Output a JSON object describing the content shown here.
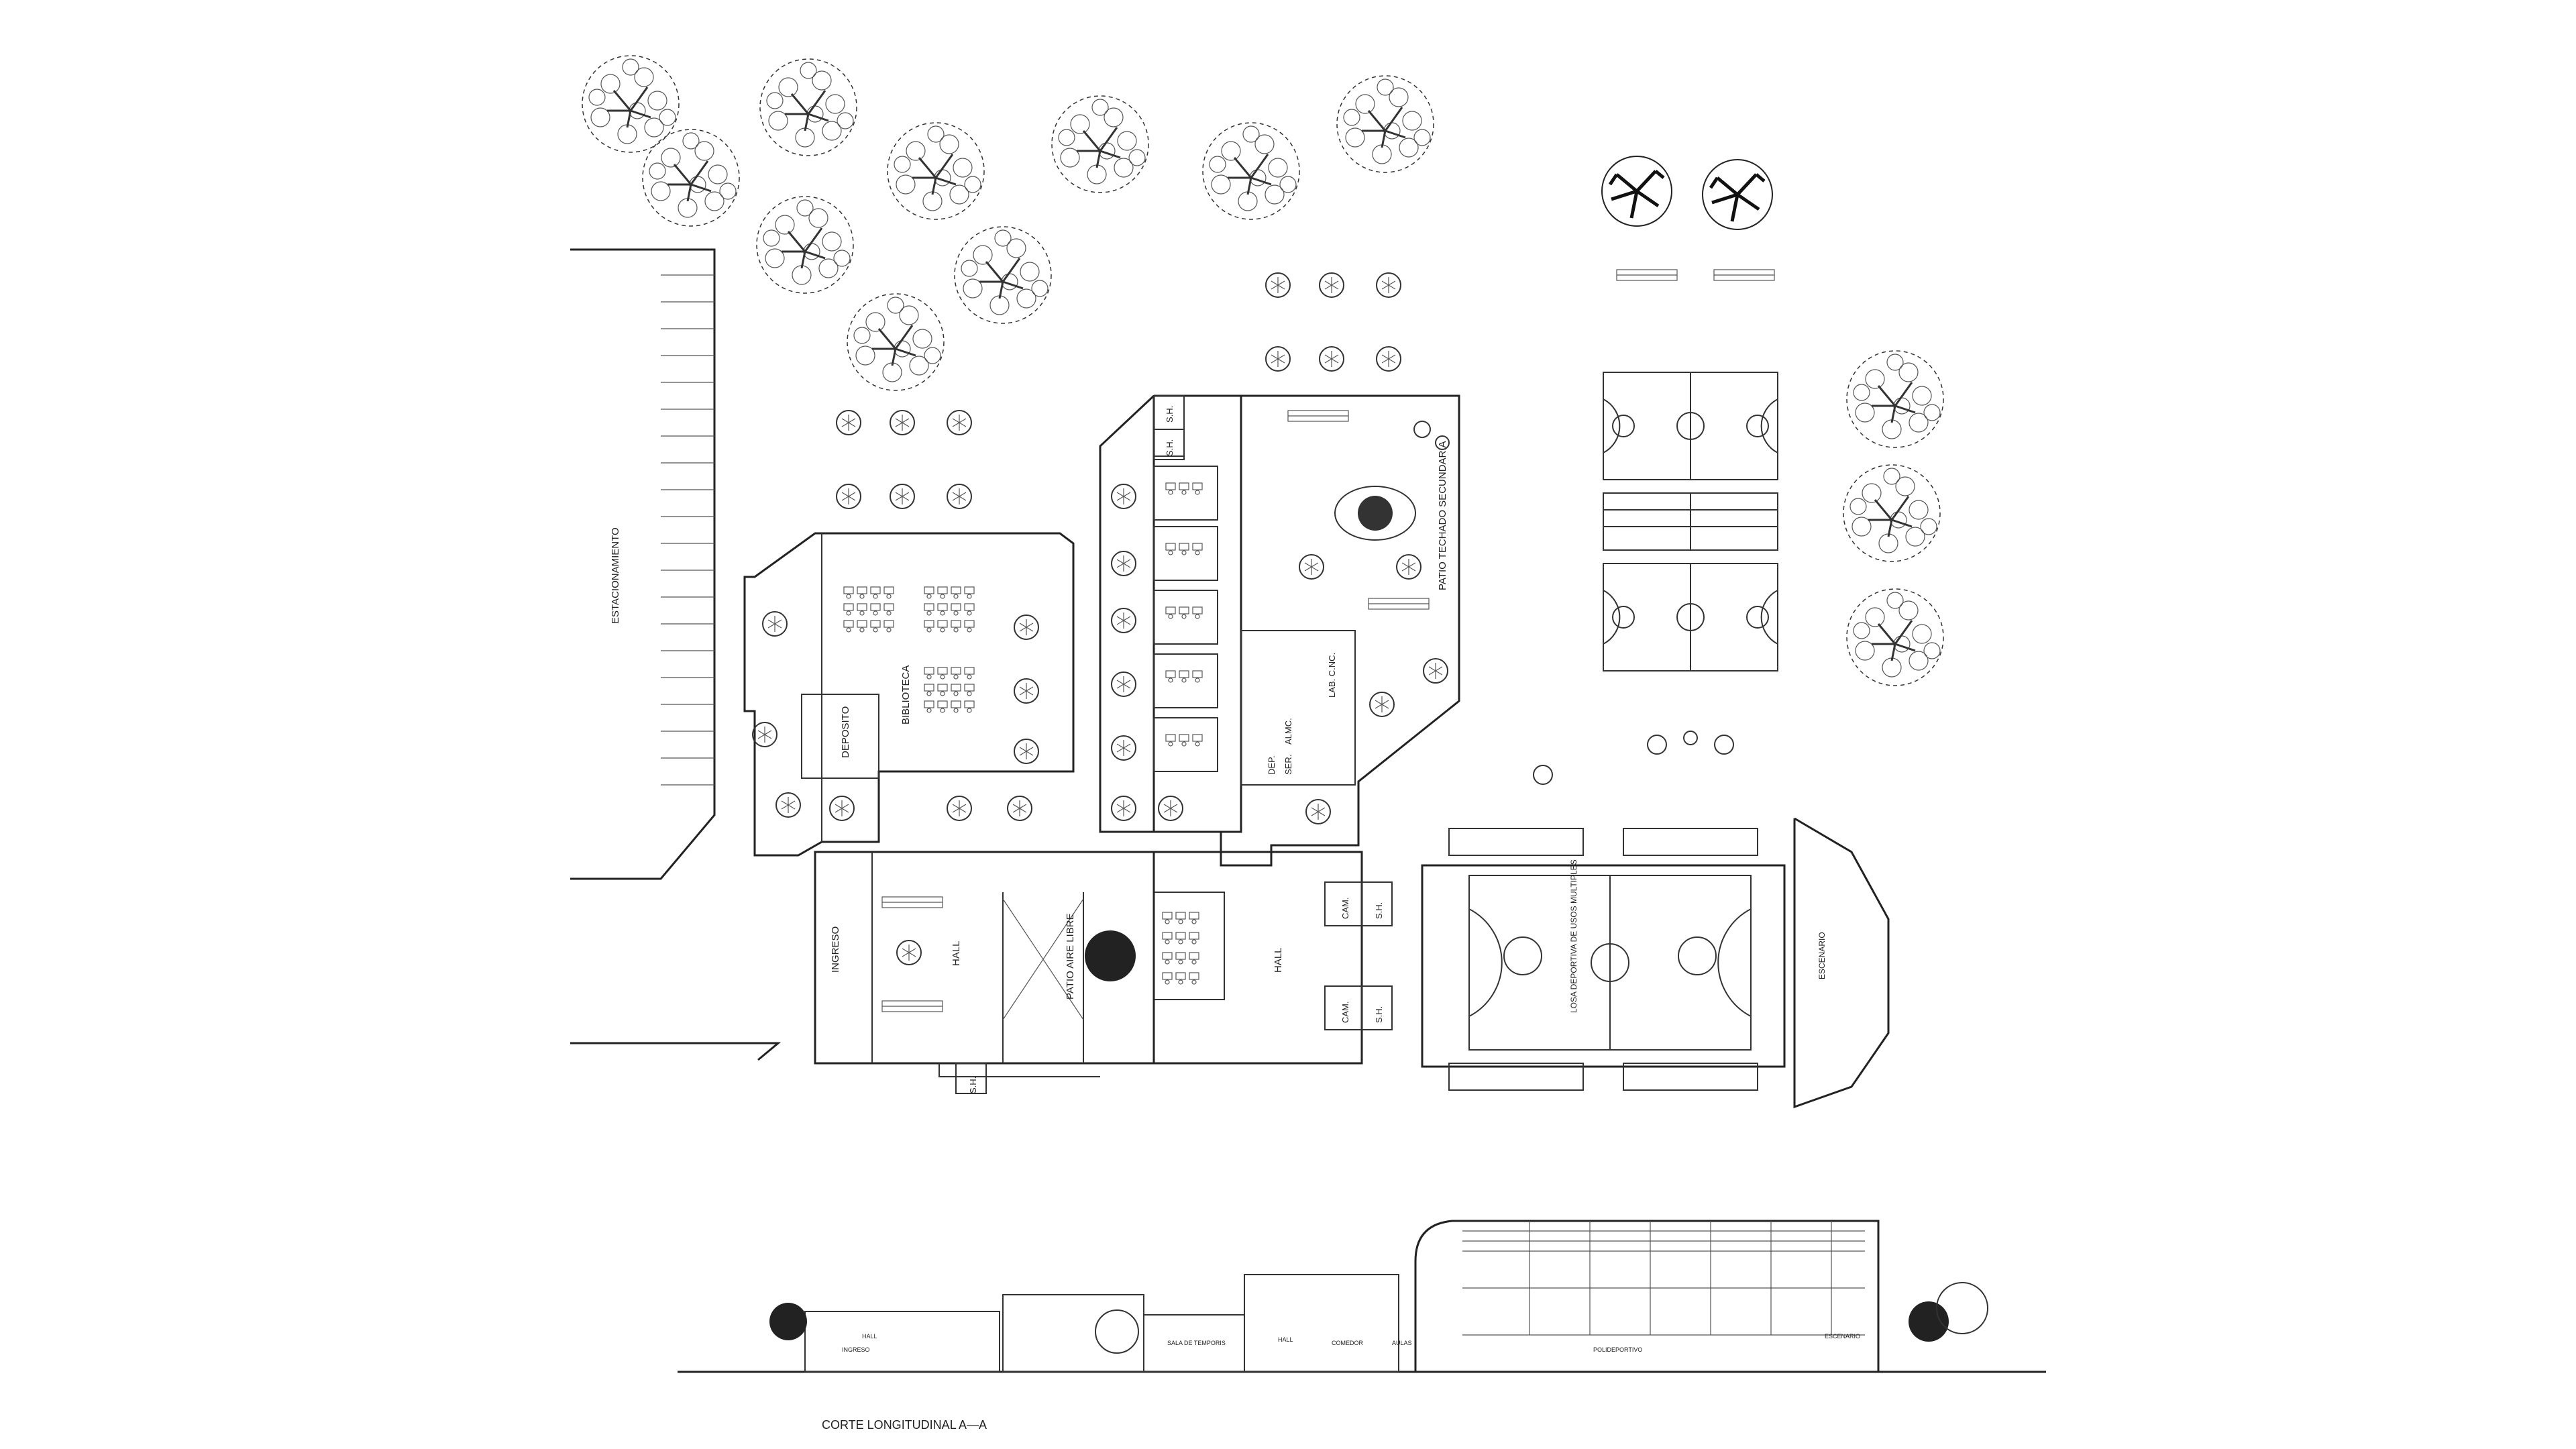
{
  "labels": {
    "estacionamiento": "ESTACIONAMIENTO",
    "biblioteca": "BIBLIOTECA",
    "deposito": "DEPOSITO",
    "ingreso": "INGRESO",
    "hall_left": "HALL",
    "patio_aire_libre": "PATIO AIRE LIBRE",
    "hall_right": "HALL",
    "cam_top": "CAM.",
    "cam_bottom": "CAM.",
    "sh_top_right": "S.H.",
    "sh_bottom_right": "S.H.",
    "sh_top_classroom_1": "S.H.",
    "sh_top_classroom_2": "S.H.",
    "sh_bottom": "S.H.",
    "patio_techado": "PATIO TECHADO SECUNDARIA",
    "lab": "LAB. C.NC.",
    "almac": "ALMC.",
    "serv": "SER.",
    "dep": "DEP.",
    "losa": "LOSA DEPORTIVA DE USOS MULTIPLES",
    "escenario": "ESCENARIO"
  },
  "section": {
    "title": "CORTE LONGITUDINAL   A—A",
    "rooms": [
      "INGRESO",
      "HALL",
      "SALA DE TEMPORIS",
      "HALL",
      "COMEDOR",
      "AULAS",
      "POLIDEPORTIVO",
      "ESCENARIO"
    ]
  },
  "colors": {
    "line": "#333333",
    "background": "#ffffff"
  }
}
